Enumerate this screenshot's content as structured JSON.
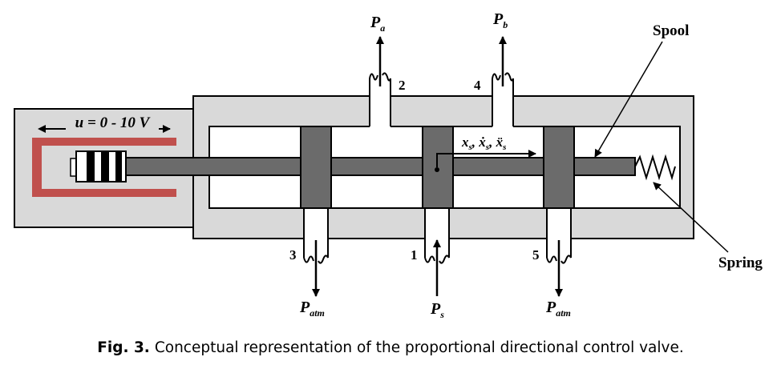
{
  "labels": {
    "voltage": "u = 0 - 10 V",
    "spool": "Spool",
    "spring": "Spring",
    "motion": "x",
    "motion_sub": "s"
  },
  "ports": [
    {
      "number": "2",
      "pressure": "P",
      "sub": "a"
    },
    {
      "number": "4",
      "pressure": "P",
      "sub": "b"
    },
    {
      "number": "3",
      "pressure": "P",
      "sub": "atm"
    },
    {
      "number": "1",
      "pressure": "P",
      "sub": "s"
    },
    {
      "number": "5",
      "pressure": "P",
      "sub": "atm"
    }
  ],
  "caption": {
    "label": "Fig. 3.",
    "text": "Conceptual representation of the proportional directional control valve."
  },
  "colors": {
    "housing": "#d9d9d9",
    "spool": "#6b6b6b",
    "coil": "#c0504d"
  }
}
